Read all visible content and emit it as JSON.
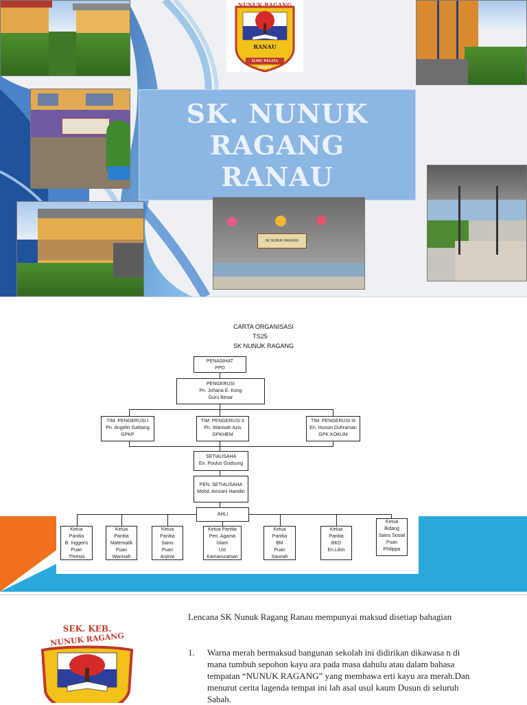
{
  "slide1": {
    "title_lines": [
      "SK. NUNUK",
      "RAGANG",
      "RANAU"
    ],
    "logo_top": "NUNUK RAGANG",
    "logo_mid": "RANAU",
    "logo_motto": "ILMU PELITA HIDUP",
    "banner_text": "SK NUNUK RAGANG"
  },
  "org_chart": {
    "title_lines": [
      "CARTA ORGANISASI",
      "TS25",
      "SK NUNUK RAGANG"
    ],
    "penasihat": [
      "PENASIHAT",
      "PPD"
    ],
    "pengerusi": [
      "PENGERUSI",
      "Pn. Johana E. Kong",
      "Guru Besar"
    ],
    "timbalan": [
      [
        "TIM. PENGERUSI I",
        "Pn. Angelin Galitang",
        "GPKP"
      ],
      [
        "TIM. PENGERUSI II",
        "Pn. Wanisah Azis",
        "GPKHEM"
      ],
      [
        "TIM. PENGERUSI III",
        "En. Hussin Duhraman",
        "GPK KOKUM"
      ]
    ],
    "setiausaha": [
      "SETIAUSAHA",
      "En. Poulus Godsung"
    ],
    "pen_setiausaha": [
      "PEN. SETIAUSAHA",
      "Mohd. Amzani Hamilin"
    ],
    "ahli": "AHLI",
    "members": [
      [
        "Ketua",
        "Panitia",
        "B. Inggeris",
        "Puan",
        "Thresia"
      ],
      [
        "Ketua",
        "Panitia",
        "Matematik",
        "Puan",
        "Wanisah"
      ],
      [
        "Ketua",
        "Panitia",
        "Sains",
        "Puan",
        "Anjinie"
      ],
      [
        "Ketua  Panitia",
        "Pen. Agama",
        "Islam",
        "Ust",
        "Kamaruzaman"
      ],
      [
        "Ketua",
        "Panitia",
        "BM",
        "Puan",
        "Saunah"
      ],
      [
        "Ketua",
        "Panitia",
        "BKD",
        "En.Libin"
      ],
      [
        "Ketua",
        "Bidang",
        "Sains Sosial",
        "Puan",
        "Philippa"
      ]
    ]
  },
  "slide3": {
    "badge_top": "SEK. KEB.",
    "badge_name": "NUNUK RAGANG",
    "intro": "Lencana SK Nunuk Ragang Ranau mempunyai maksud disetiap bahagian",
    "item_number": "1.",
    "item_text": "Warna merah  bermaksud  bangunan sekolah ini didirikan dikawasa n di mana tumbuh sepohon kayu ara  pada masa dahulu atau dalam bahasa tempatan “NUNUK RAGANG” yang membawa erti kayu ara merah.Dan menurut  cerita lagenda tempat ini lah asal usul kaum Dusun di seluruh Sabah."
  },
  "colors": {
    "title_box": "#8cb6e4",
    "accent_orange": "#f07020",
    "accent_blue": "#2aa8dc",
    "badge_yellow": "#f2c21b",
    "badge_red": "#d42a2a",
    "badge_blue": "#2d3f9a"
  }
}
